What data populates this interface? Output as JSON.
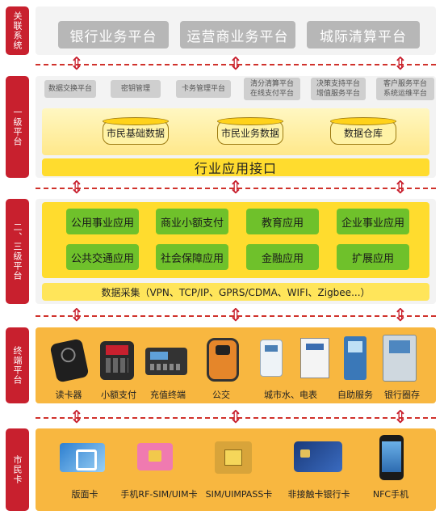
{
  "sections": {
    "related": "关联系统",
    "level1": "一级平台",
    "level23": "二、三级平台",
    "terminal": "终端平台",
    "card": "市民卡"
  },
  "related_systems": [
    "银行业务平台",
    "运营商业务平台",
    "城际清算平台"
  ],
  "level1_modules": [
    {
      "l1": "数据交换平台",
      "l2": ""
    },
    {
      "l1": "密钥管理",
      "l2": ""
    },
    {
      "l1": "卡务管理平台",
      "l2": ""
    },
    {
      "l1": "清分清算平台",
      "l2": "在线支付平台"
    },
    {
      "l1": "决策支持平台",
      "l2": "增值服务平台"
    },
    {
      "l1": "客户服务平台",
      "l2": "系统运维平台"
    }
  ],
  "databases": [
    "市民基础数据",
    "市民业务数据",
    "数据仓库"
  ],
  "interface_label": "行业应用接口",
  "applications": [
    [
      "公用事业应用",
      "商业小额支付",
      "教育应用",
      "企业事业应用"
    ],
    [
      "公共交通应用",
      "社会保障应用",
      "金融应用",
      "扩展应用"
    ]
  ],
  "data_collection": "数据采集（VPN、TCP/IP、GPRS/CDMA、WIFI、Zigbee...）",
  "terminals": [
    "读卡器",
    "小额支付",
    "充值终端",
    "公交",
    "城市水、电表",
    "自助服务",
    "银行圈存"
  ],
  "cards": [
    "版面卡",
    "手机RF-SIM/UIM卡",
    "SIM/UIMPASS卡",
    "非接触卡银行卡",
    "NFC手机"
  ],
  "colors": {
    "red": "#c8202e",
    "yellow": "#ffdc2e",
    "green": "#6fc12b",
    "orange": "#f8b740",
    "gray": "#b7b7b7"
  }
}
